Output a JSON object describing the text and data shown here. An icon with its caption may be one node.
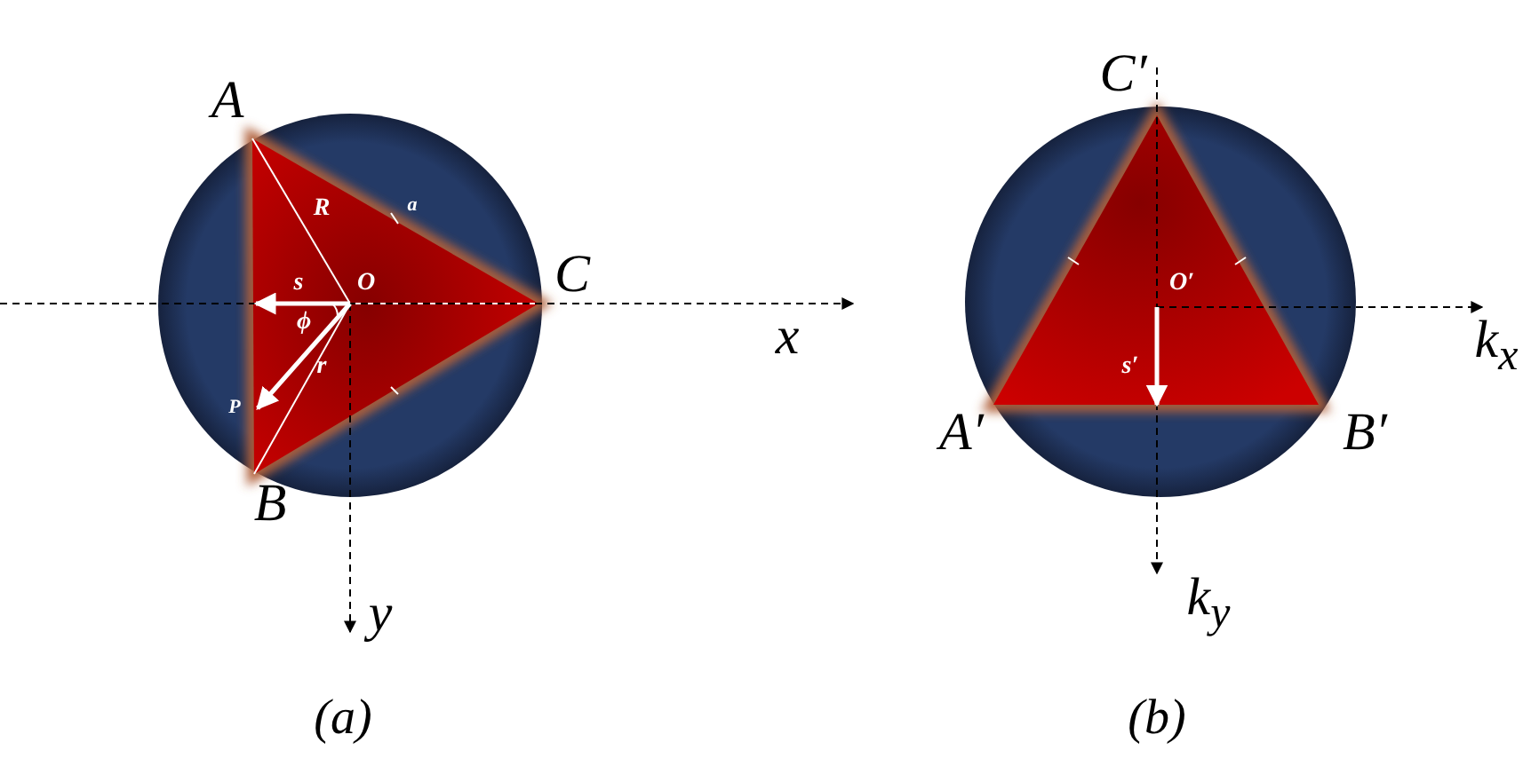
{
  "diagram": {
    "labels": [
      "A",
      "C′",
      "R",
      "a",
      "O",
      "C",
      "s",
      "x",
      "O′",
      "ϕ",
      "r",
      "k$_{x}$",
      "s′",
      "P",
      "A′",
      "B′",
      "B",
      "y",
      "k$_{y}$",
      "(a)",
      "(b)"
    ]
  }
}
